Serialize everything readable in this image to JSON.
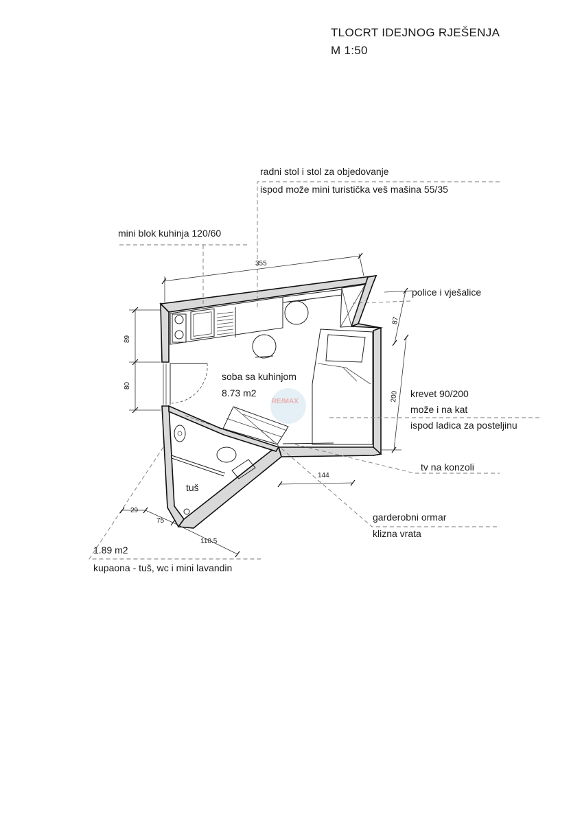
{
  "title": {
    "line1": "TLOCRT IDEJNOG RJEŠENJA",
    "line2": "M 1:50"
  },
  "annotations": {
    "desk_line1": "radni stol i stol za objedovanje",
    "desk_line2": "ispod može mini turistička veš mašina 55/35",
    "kitchen": "mini blok kuhinja 120/60",
    "shelves": "police i vješalice",
    "room_name": "soba sa kuhinjom",
    "room_area": "8.73 m2",
    "bed_line1": "krevet 90/200",
    "bed_line2": "može i na kat",
    "bed_line3": "ispod ladica za posteljinu",
    "tv": "tv na konzoli",
    "wardrobe_line1": "garderobni ormar",
    "wardrobe_line2": "klizna vrata",
    "shower": "tuš",
    "bath_area": "1.89 m2",
    "bath_desc": "kupaona - tuš, wc i mini lavandin"
  },
  "dimensions": {
    "top_width": "355",
    "left_upper": "89",
    "left_lower": "80",
    "right_upper": "87",
    "right_bed": "200",
    "bottom_mid": "144",
    "bath_a": "29",
    "bath_b": "75",
    "bath_c": "110.5"
  },
  "watermark": {
    "text": "RE/MAX"
  }
}
